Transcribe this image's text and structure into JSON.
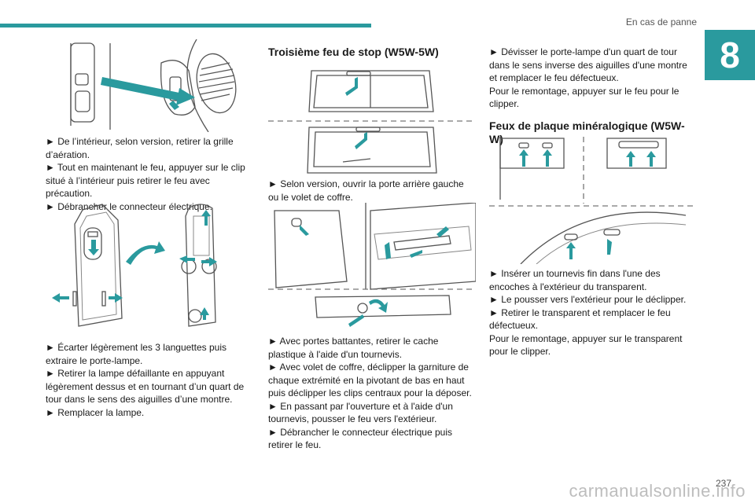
{
  "header": {
    "section": "En cas de panne",
    "chapter": "8"
  },
  "left": {
    "p1": [
      "► De l’intérieur, selon version, retirer la grille d’aération.",
      "► Tout en maintenant le feu, appuyer sur le clip situé à l’intérieur puis retirer le feu avec précaution.",
      "► Débrancher le connecteur électrique."
    ],
    "p2": [
      "► Écarter légèrement les 3 languettes puis extraire le porte-lampe.",
      "► Retirer la lampe défaillante en appuyant légèrement dessus et en tournant d’un quart de tour dans le sens des aiguilles d’une montre.",
      "► Remplacer la lampe."
    ]
  },
  "middle": {
    "heading": "Troisième feu de stop (W5W-5W)",
    "p1": [
      "► Selon version, ouvrir la porte arrière gauche ou le volet de coffre."
    ],
    "p2": [
      "► Avec portes battantes, retirer le cache plastique à l'aide d'un tournevis.",
      "► Avec volet de coffre, déclipper la garniture de chaque extrémité en la pivotant de bas en haut puis déclipper les clips centraux pour la déposer.",
      "► En passant par l'ouverture et à l'aide d'un tournevis, pousser le feu vers l'extérieur.",
      "► Débrancher le connecteur électrique puis retirer le feu."
    ]
  },
  "right": {
    "p1": [
      "► Dévisser le porte-lampe d'un quart de tour dans le sens inverse des aiguilles d'une montre et remplacer le feu défectueux.",
      "Pour le remontage, appuyer sur le feu pour le clipper."
    ],
    "heading": "Feux de plaque minéralogique (W5W-W)",
    "p2": [
      "► Insérer un tournevis fin dans l'une des encoches à l'extérieur du transparent.",
      "► Le pousser vers l'extérieur pour le déclipper.",
      "► Retirer le transparent et remplacer le feu défectueux.",
      "Pour le remontage, appuyer sur le transparent pour le clipper."
    ]
  },
  "footer": {
    "page": "237",
    "watermark": "carmanualsonline.info"
  },
  "colors": {
    "accent": "#2a9a9e"
  }
}
